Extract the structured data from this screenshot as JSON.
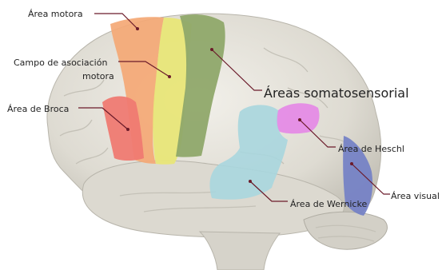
{
  "labels": {
    "motor": "Área motora",
    "assoc_line1": "Campo de asociación",
    "assoc_line2": "motora",
    "broca": "Área de Broca",
    "somato": "Áreas somatosensorial",
    "heschl": "Área de Heschl",
    "wernicke": "Área de Wernicke",
    "visual": "Área visual"
  },
  "colors": {
    "brain": "#e2e0d8",
    "brain_shadow": "#c9c6bc",
    "motor": "#f4a875",
    "assoc": "#e8e678",
    "somato": "#8fa86a",
    "broca": "#ef7a72",
    "heschl": "#e58be6",
    "wernicke": "#a9d6de",
    "visual": "#7380c6",
    "leader": "#6b1b2a"
  }
}
